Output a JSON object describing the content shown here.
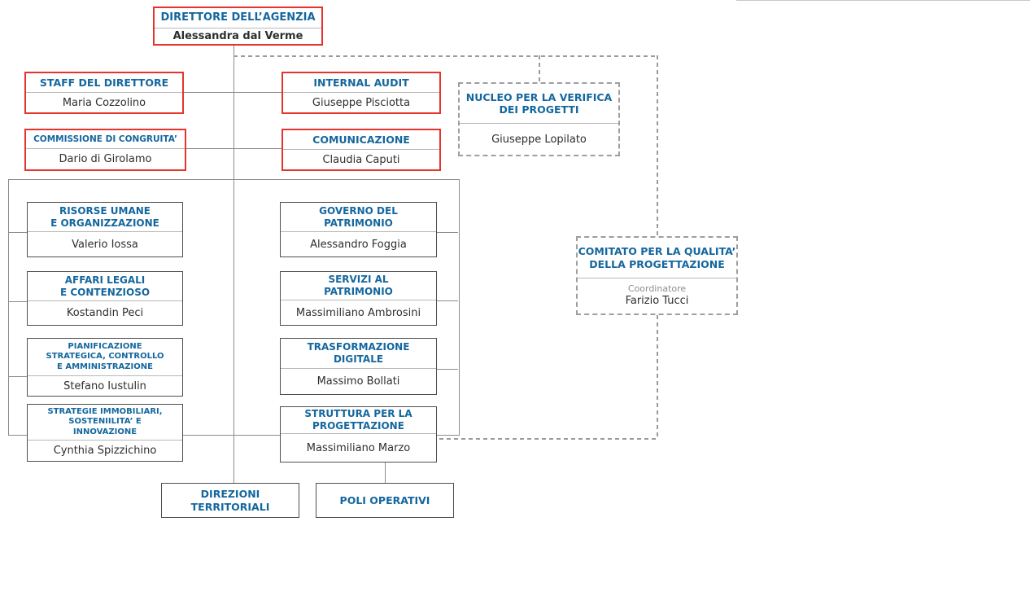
{
  "org": {
    "direttore": {
      "title": "DIRETTORE DELL’AGENZIA",
      "name": "Alessandra dal Verme"
    },
    "staff": {
      "title": "STAFF DEL DIRETTORE",
      "name": "Maria Cozzolino"
    },
    "commissione": {
      "title": "COMMISSIONE DI CONGRUITA’",
      "name": "Dario di Girolamo"
    },
    "internal_audit": {
      "title": "INTERNAL AUDIT",
      "name": "Giuseppe Pisciotta"
    },
    "comunicazione": {
      "title": "COMUNICAZIONE",
      "name": "Claudia Caputi"
    },
    "nucleo": {
      "title": "NUCLEO PER LA VERIFICA\nDEI PROGETTI",
      "name": "Giuseppe Lopilato"
    },
    "risorse": {
      "title": "RISORSE UMANE\nE ORGANIZZAZIONE",
      "name": "Valerio Iossa"
    },
    "affari": {
      "title": "AFFARI LEGALI\nE CONTENZIOSO",
      "name": "Kostandin Peci"
    },
    "pianificazione": {
      "title": "PIANIFICAZIONE\nSTRATEGICA, CONTROLLO\nE AMMINISTRAZIONE",
      "name": "Stefano Iustulin"
    },
    "strategie": {
      "title": "STRATEGIE IMMOBILIARI,\nSOSTENIILITA’ E\nINNOVAZIONE",
      "name": "Cynthia Spizzichino"
    },
    "governo": {
      "title": "GOVERNO DEL\nPATRIMONIO",
      "name": "Alessandro Foggia"
    },
    "servizi": {
      "title": "SERVIZI AL\nPATRIMONIO",
      "name": "Massimiliano Ambrosini"
    },
    "trasformazione": {
      "title": "TRASFORMAZIONE\nDIGITALE",
      "name": "Massimo Bollati"
    },
    "struttura": {
      "title": "STRUTTURA PER LA\nPROGETTAZIONE",
      "name": "Massimiliano Marzo"
    },
    "comitato": {
      "title": "COMITATO PER LA QUALITA’\nDELLA PROGETTAZIONE",
      "role": "Coordinatore",
      "name": "Farizio Tucci"
    },
    "direzioni": {
      "title": "DIREZIONI\nTERRITORIALI"
    },
    "poli": {
      "title": "POLI OPERATIVI"
    }
  },
  "colors": {
    "title_blue": "#14679E",
    "border_red": "#E5342C",
    "border_dark": "#4F4F4F",
    "border_dashed_gray": "#9E9E9E",
    "connector_gray": "#8C8C8C",
    "name_text": "#2E2E2E",
    "role_gray": "#8E8E8E"
  }
}
